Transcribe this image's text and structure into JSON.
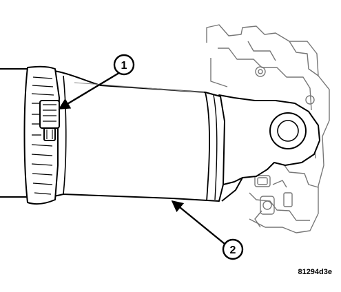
{
  "figure": {
    "id_code": "81294d3e",
    "callouts": [
      {
        "label": "1"
      },
      {
        "label": "2"
      }
    ]
  }
}
